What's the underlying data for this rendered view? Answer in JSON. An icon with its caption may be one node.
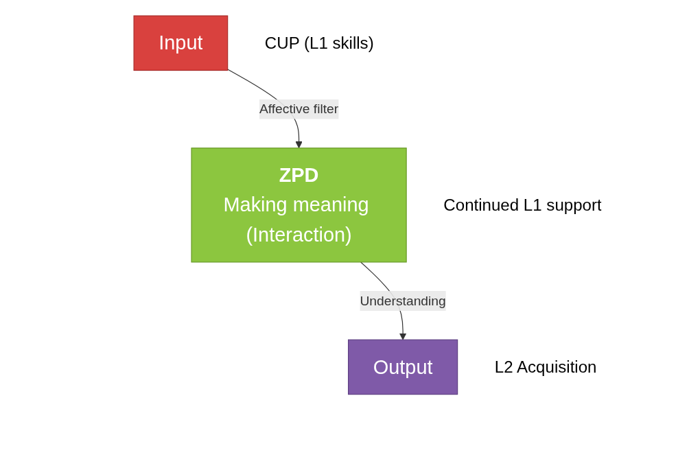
{
  "diagram": {
    "nodes": [
      {
        "text": [
          "Input"
        ],
        "beside": [
          "CUP (L1 skills)"
        ]
      },
      {
        "text": [
          "ZPD",
          "Making meaning (Interaction)"
        ],
        "beside": [
          "Continued L1 support"
        ]
      },
      {
        "text": [
          "Output"
        ],
        "beside": [
          "L2 Acquisition"
        ]
      }
    ],
    "edges": [
      {
        "from": 0,
        "to": 1,
        "arrow": "to",
        "label": "Affective filter"
      },
      {
        "from": 1,
        "to": 2,
        "arrow": "to",
        "label": "Understanding"
      }
    ]
  }
}
